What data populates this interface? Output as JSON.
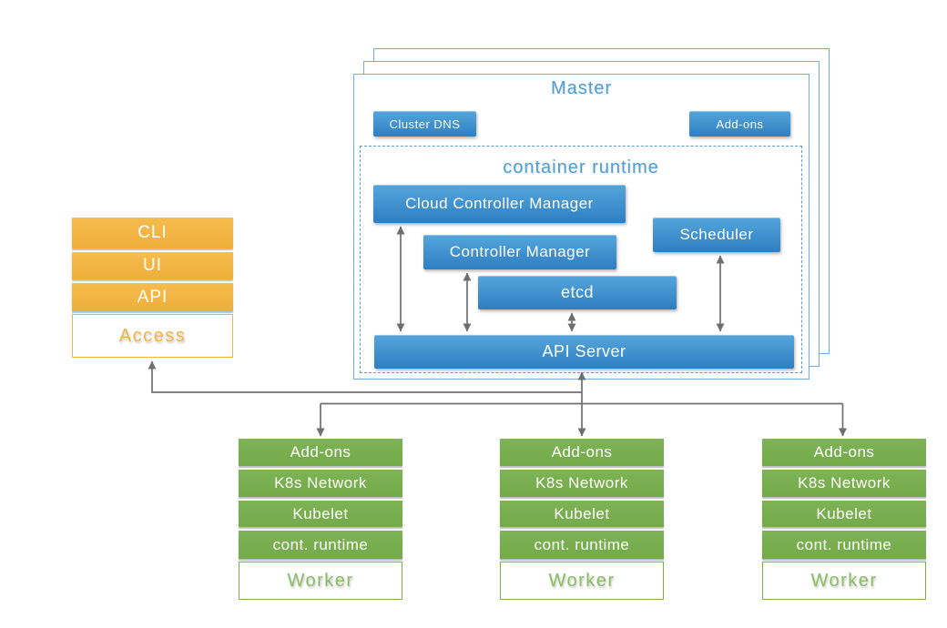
{
  "diagram": {
    "master": {
      "title": "Master",
      "cluster_dns_label": "Cluster DNS",
      "addons_label": "Add-ons",
      "runtime_group_label": "container runtime",
      "cloud_controller_manager": "Cloud Controller Manager",
      "controller_manager": "Controller Manager",
      "scheduler": "Scheduler",
      "etcd": "etcd",
      "api_server": "API Server"
    },
    "access": {
      "items": [
        "CLI",
        "UI",
        "API"
      ],
      "label": "Access"
    },
    "worker": {
      "layers": [
        "Add-ons",
        "K8s Network",
        "Kubelet",
        "cont. runtime"
      ],
      "label": "Worker"
    },
    "colors": {
      "component_blue_top": "#55a5dc",
      "component_blue_bottom": "#2e7fc2",
      "master_border_blue": "#74abdd",
      "title_text_blue": "#4da0d6",
      "access_orange": "#f2b445",
      "worker_green": "#7bb052",
      "worker_text_green": "#8abc60",
      "connector_gray": "#6f6f6f"
    }
  }
}
